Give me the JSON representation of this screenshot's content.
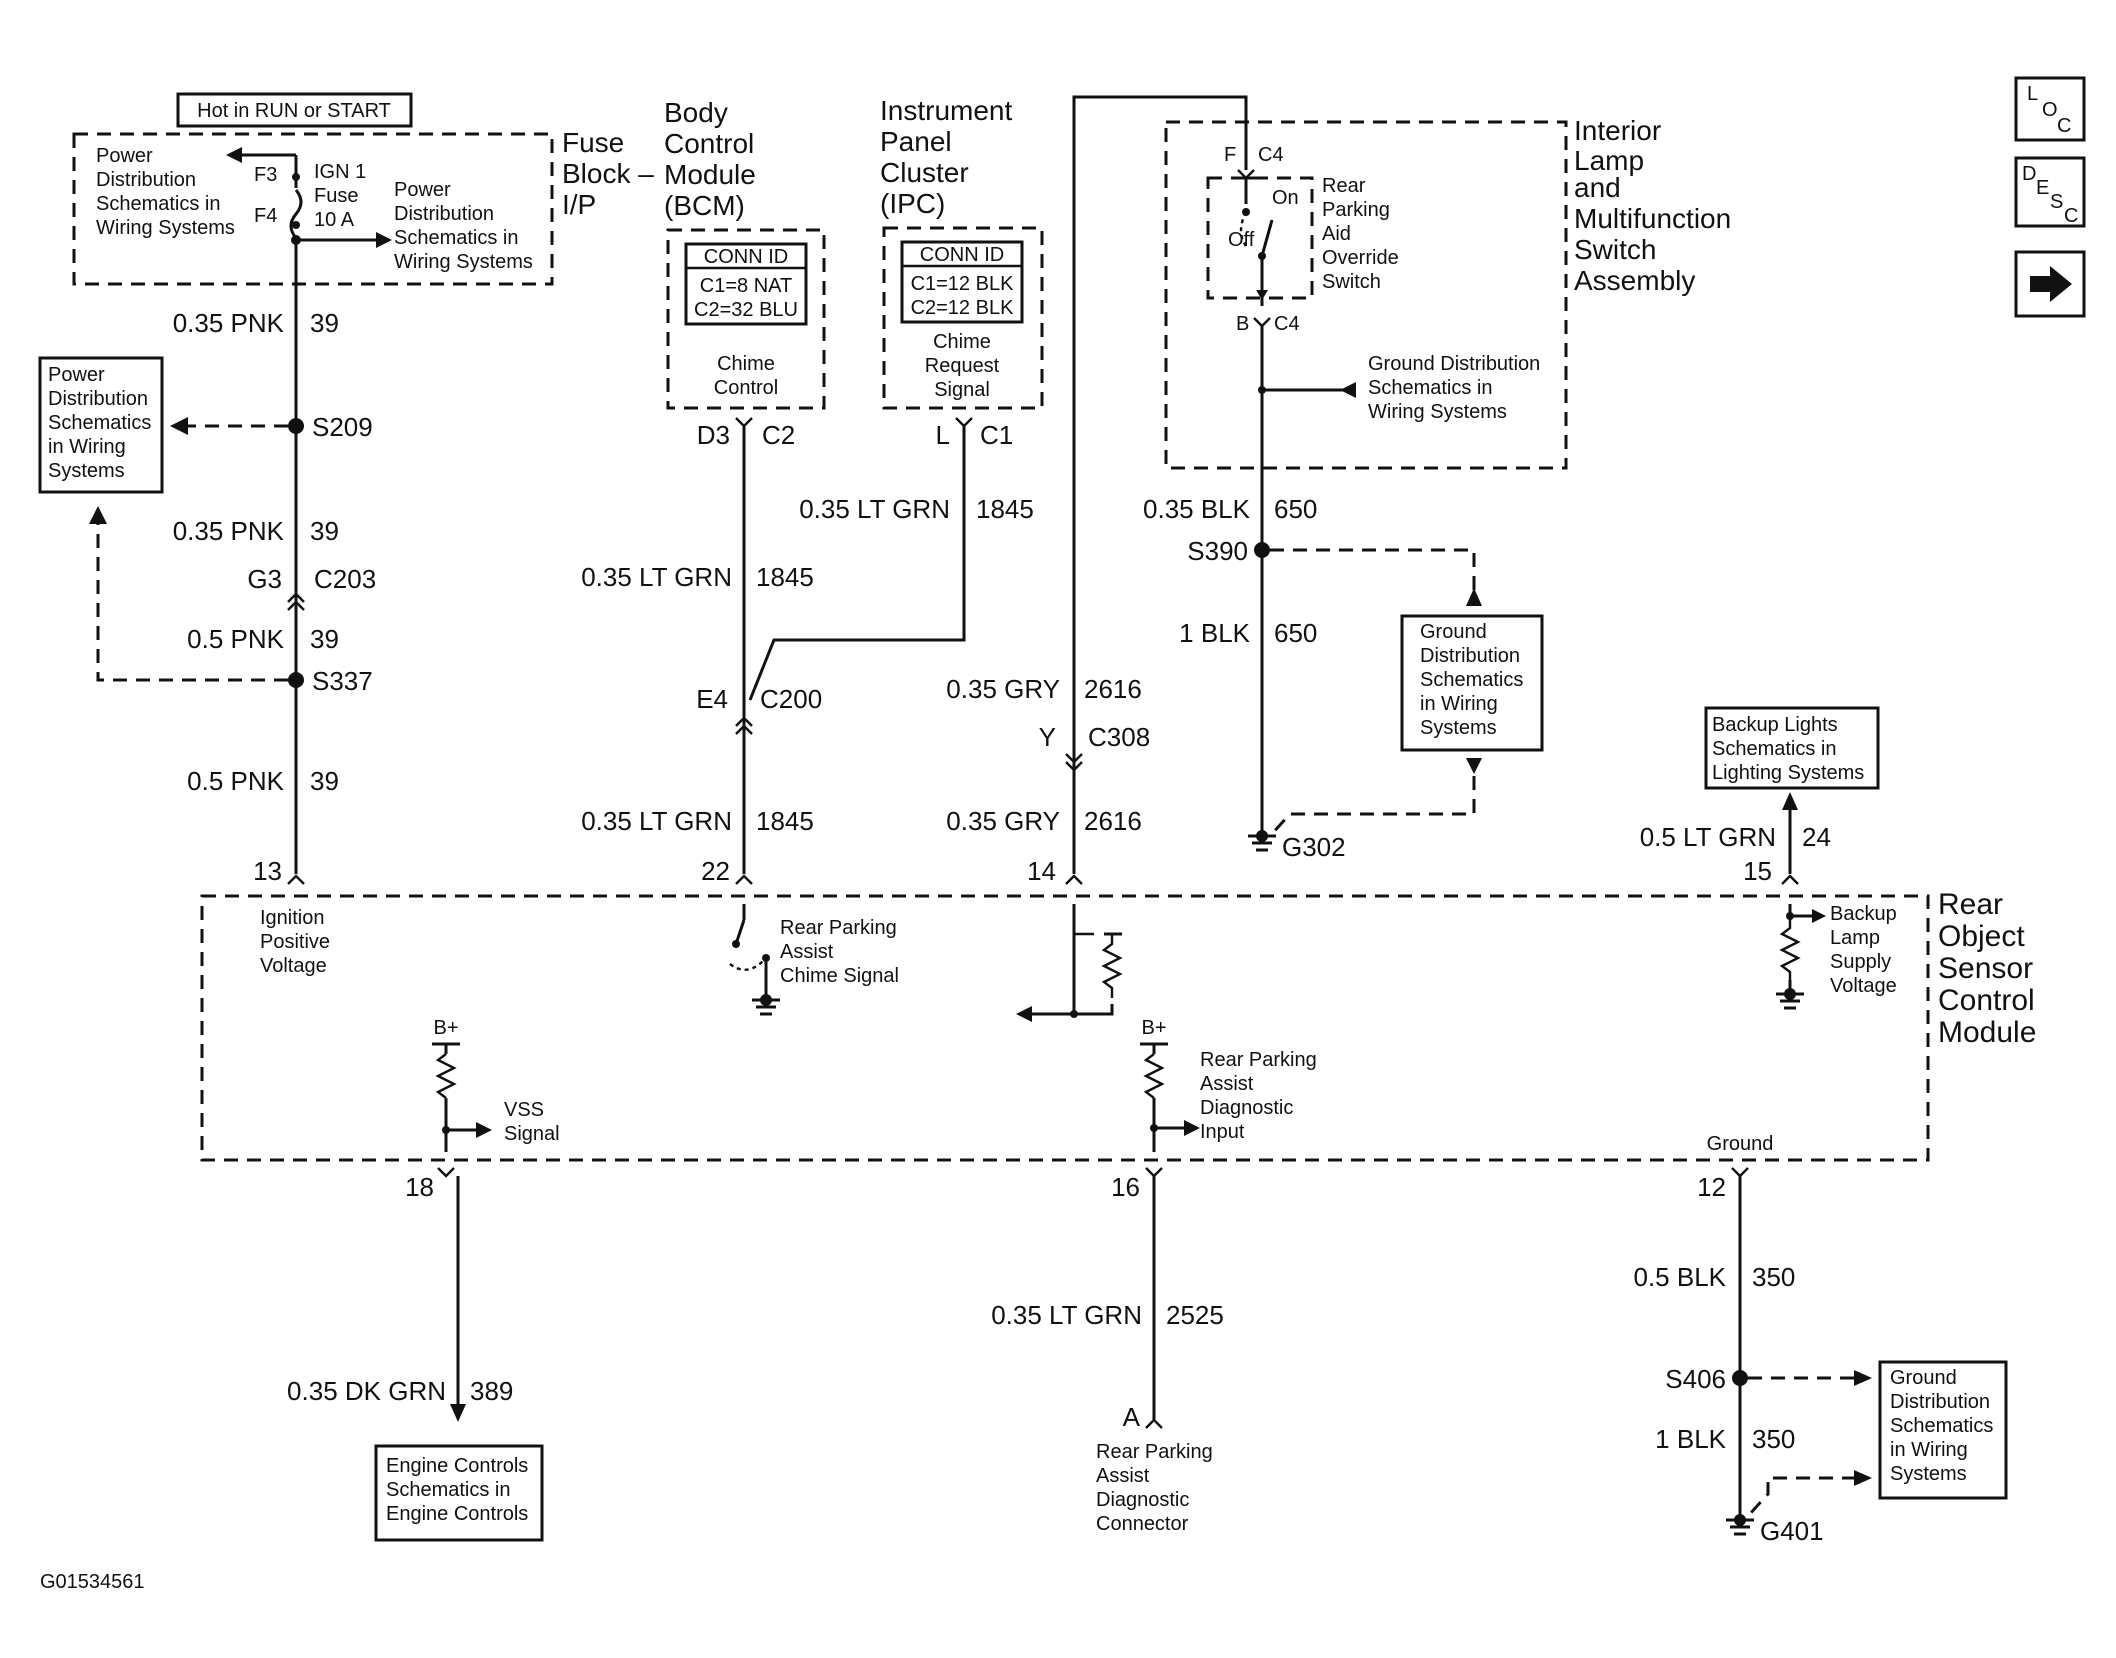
{
  "feed_label": "Hot in RUN or START",
  "fuse_block": {
    "title": [
      "Fuse",
      "Block –",
      "I/P"
    ],
    "fuse": [
      "IGN 1",
      "Fuse",
      "10 A"
    ],
    "left_ref": [
      "Power",
      "Distribution",
      "Schematics in",
      "Wiring Systems"
    ],
    "right_ref": [
      "Power",
      "Distribution",
      "Schematics in",
      "Wiring Systems"
    ],
    "pin_top": "F3",
    "pin_bottom": "F4"
  },
  "left_ref_box": [
    "Power",
    "Distribution",
    "Schematics",
    "in Wiring",
    "Systems"
  ],
  "bcm": {
    "title": [
      "Body",
      "Control",
      "Module",
      "(BCM)"
    ],
    "conn_title": "CONN ID",
    "conn": [
      "C1=8 NAT",
      "C2=32 BLU"
    ],
    "function": [
      "Chime",
      "Control"
    ],
    "pin": "D3",
    "connector": "C2"
  },
  "ipc": {
    "title": [
      "Instrument",
      "Panel",
      "Cluster",
      "(IPC)"
    ],
    "conn_title": "CONN ID",
    "conn": [
      "C1=12 BLK",
      "C2=12 BLK"
    ],
    "function": [
      "Chime",
      "Request",
      "Signal"
    ],
    "pin": "L",
    "connector": "C1"
  },
  "lamp_switch": {
    "title": [
      "Interior",
      "Lamp",
      "and",
      "Multifunction",
      "Switch",
      "Assembly"
    ],
    "switch_label": [
      "Rear",
      "Parking",
      "Aid",
      "Override",
      "Switch"
    ],
    "on": "On",
    "off": "Off",
    "pin_top": "F",
    "pin_bottom": "B",
    "conn_top": "C4",
    "conn_bottom": "C4",
    "ground_ref": [
      "Ground Distribution",
      "Schematics in",
      "Wiring Systems"
    ]
  },
  "ground_box_mid": [
    "Ground",
    "Distribution",
    "Schematics",
    "in Wiring",
    "Systems"
  ],
  "backup_box": [
    "Backup Lights",
    "Schematics in",
    "Lighting Systems"
  ],
  "engine_box": [
    "Engine Controls",
    "Schematics in",
    "Engine Controls"
  ],
  "ground_box_right": [
    "Ground",
    "Distribution",
    "Schematics",
    "in Wiring",
    "Systems"
  ],
  "wires": {
    "pnk_39_a": {
      "size": "0.35 PNK",
      "circuit": "39"
    },
    "pnk_39_b": {
      "size": "0.35 PNK",
      "circuit": "39"
    },
    "pnk_39_c": {
      "size": "0.5 PNK",
      "circuit": "39"
    },
    "pnk_39_d": {
      "size": "0.5 PNK",
      "circuit": "39"
    },
    "ltgrn_1845_ipc": {
      "size": "0.35 LT GRN",
      "circuit": "1845"
    },
    "ltgrn_1845_bcm": {
      "size": "0.35 LT GRN",
      "circuit": "1845"
    },
    "ltgrn_1845_low": {
      "size": "0.35 LT GRN",
      "circuit": "1845"
    },
    "gry_2616_a": {
      "size": "0.35 GRY",
      "circuit": "2616"
    },
    "gry_2616_b": {
      "size": "0.35 GRY",
      "circuit": "2616"
    },
    "blk_650_a": {
      "size": "0.35 BLK",
      "circuit": "650"
    },
    "blk_650_b": {
      "size": "1 BLK",
      "circuit": "650"
    },
    "ltgrn_24": {
      "size": "0.5 LT GRN",
      "circuit": "24"
    },
    "dkgrn_389": {
      "size": "0.35 DK GRN",
      "circuit": "389"
    },
    "ltgrn_2525": {
      "size": "0.35 LT GRN",
      "circuit": "2525"
    },
    "blk_350_a": {
      "size": "0.5 BLK",
      "circuit": "350"
    },
    "blk_350_b": {
      "size": "1 BLK",
      "circuit": "350"
    }
  },
  "splices": {
    "s209": "S209",
    "s337": "S337",
    "s390": "S390",
    "s406": "S406"
  },
  "connectors": {
    "c203": {
      "pin": "G3",
      "name": "C203"
    },
    "c200": {
      "pin": "E4",
      "name": "C200"
    },
    "c308": {
      "pin": "Y",
      "name": "C308"
    }
  },
  "grounds": {
    "g302": "G302",
    "g401": "G401"
  },
  "module": {
    "title": [
      "Rear",
      "Object",
      "Sensor",
      "Control",
      "Module"
    ],
    "pins": {
      "p13": "13",
      "p22": "22",
      "p14": "14",
      "p15": "15",
      "p18": "18",
      "p16": "16",
      "p12": "12"
    },
    "ignition": [
      "Ignition",
      "Positive",
      "Voltage"
    ],
    "chime": [
      "Rear Parking",
      "Assist",
      "Chime Signal"
    ],
    "backup": [
      "Backup",
      "Lamp",
      "Supply",
      "Voltage"
    ],
    "vss": [
      "VSS",
      "Signal"
    ],
    "diag": [
      "Rear Parking",
      "Assist",
      "Diagnostic",
      "Input"
    ],
    "ground": "Ground",
    "bplus_1": "B+",
    "bplus_2": "B+"
  },
  "diag_connector": {
    "pin": "A",
    "label": [
      "Rear Parking",
      "Assist",
      "Diagnostic",
      "Connector"
    ]
  },
  "nav": {
    "loc": [
      "L",
      "O",
      "C"
    ],
    "desc": [
      "D",
      "E",
      "S",
      "C"
    ],
    "next": "next-arrow"
  },
  "figure_id": "G01534561"
}
